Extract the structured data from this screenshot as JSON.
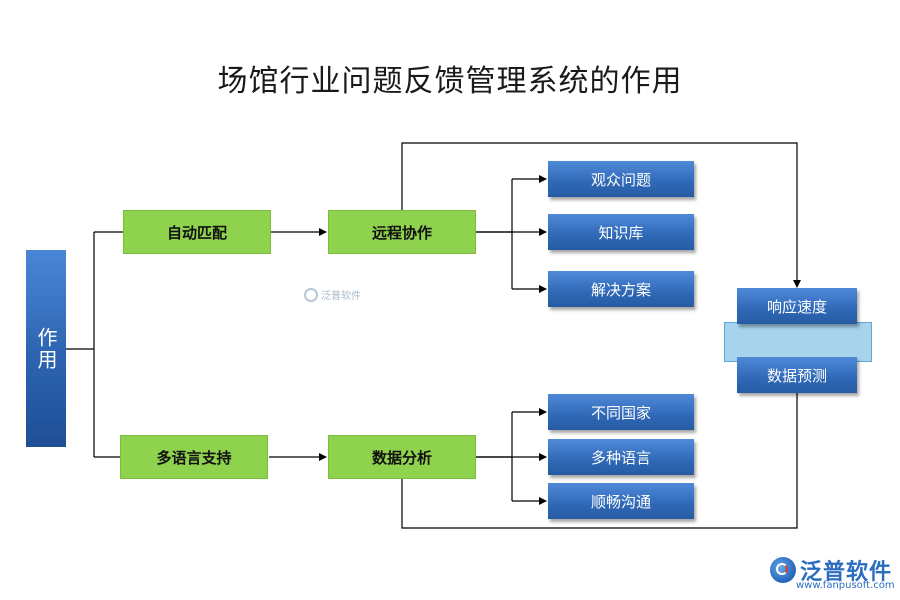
{
  "title": "场馆行业问题反馈管理系统的作用",
  "root": "作用",
  "level1": [
    "自动匹配",
    "多语言支持"
  ],
  "level2": [
    "远程协作",
    "数据分析"
  ],
  "upper_leaves": [
    "观众问题",
    "知识库",
    "解决方案"
  ],
  "lower_leaves": [
    "不同国家",
    "多种语言",
    "顺畅沟通"
  ],
  "right_nodes": [
    "响应速度",
    "数据预测"
  ],
  "watermark": "泛普软件",
  "logo": {
    "text": "泛普软件",
    "url": "www.fanpusoft.com"
  },
  "colors": {
    "green": "#8fd24e",
    "blue": "#2f68b6",
    "band": "#a7d3ec"
  }
}
